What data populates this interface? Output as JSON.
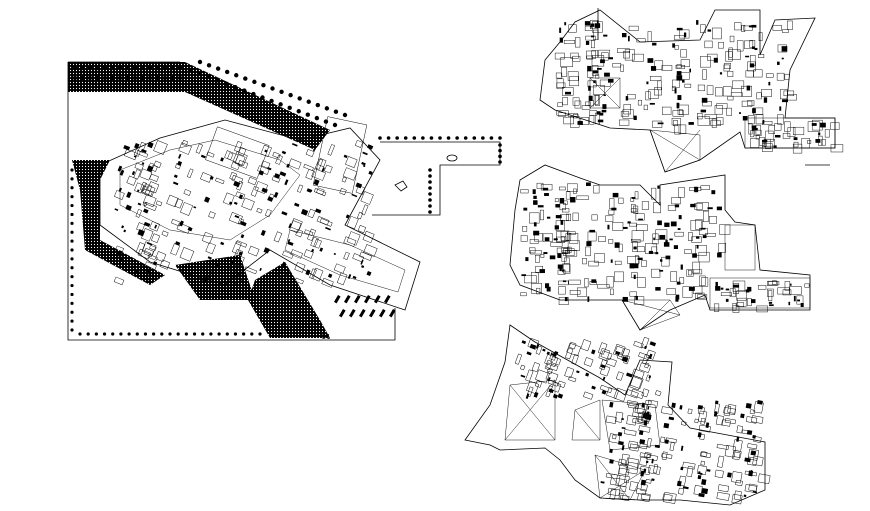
{
  "colors": {
    "background": "#ffffff",
    "ink": "#000000"
  },
  "drawing": {
    "site_plan": {
      "tree_rows": 9,
      "parking_rows": 2
    },
    "upper_plans": [
      {
        "id": "floor-1"
      },
      {
        "id": "floor-2"
      },
      {
        "id": "floor-3"
      }
    ]
  }
}
